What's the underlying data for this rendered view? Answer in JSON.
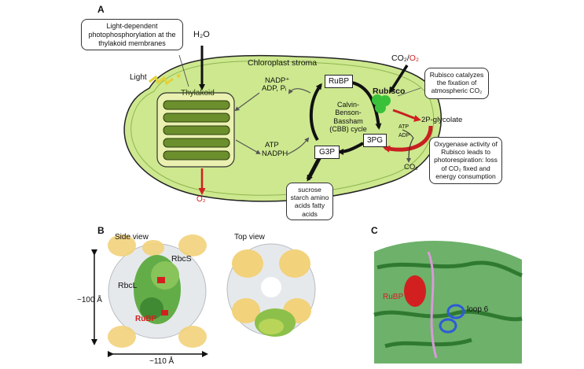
{
  "panels": {
    "a": "A",
    "b": "B",
    "c": "C"
  },
  "panel_a": {
    "light_box": "Light-dependent photophosphorylation at the thylakoid membranes",
    "water": "H₂O",
    "light": "Light",
    "stroma": "Chloroplast stroma",
    "thylakoid": "Thylakoid",
    "nadp": "NADP⁺",
    "adp_pi": "ADP, Pᵢ",
    "atp": "ATP",
    "nadph": "NADPH",
    "rubp": "RuBP",
    "cycle": "Calvin-Benson-Bassham (CBB) cycle",
    "rubisco": "Rubisco",
    "pg3": "3PG",
    "g3p": "G3P",
    "co2_o2_co2": "CO₂/",
    "co2_o2_o2": "O₂",
    "rubisco_box": "Rubisco catalyzes the fixation of atmospheric CO₂",
    "glycolate": "2P-glycolate",
    "atp_small": "ATP",
    "adp_small": "ADP",
    "co2_out": "CO₂",
    "oxygenase_box": "Oxygenase activity of Rubisco leads to photorespiration: loss of CO₂ fixed and energy consumption",
    "o2_out": "O₂",
    "products_box": "sucrose starch amino acids fatty acids"
  },
  "panel_b": {
    "side_view": "Side view",
    "top_view": "Top view",
    "rbcs": "RbcS",
    "rbcl": "RbcL",
    "rubp": "RuBP",
    "height": "~100 Å",
    "width": "~110 Å"
  },
  "panel_c": {
    "rubp": "RuBP",
    "loop": "loop 6"
  },
  "colors": {
    "stroma_fill": "#cde88f",
    "thylakoid_fill": "#6b8f2c",
    "rubisco_green": "#39c13a",
    "red": "#d22020",
    "subunit_yellow": "#f2d27a",
    "protein_green": "#3f9a3a"
  }
}
